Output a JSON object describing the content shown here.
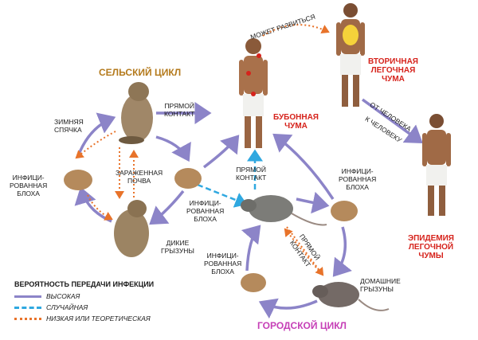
{
  "titles": {
    "rural_cycle": "СЕЛЬСКИЙ ЦИКЛ",
    "urban_cycle": "ГОРОДСКОЙ ЦИКЛ"
  },
  "labels": {
    "may_develop": "МОЖЕТ РАЗВИТЬСЯ",
    "direct_contact_top": "ПРЯМОЙ\nКОНТАКТ",
    "bubonic_plague": "БУБОННАЯ\nЧУМА",
    "secondary_pneumonic": "ВТОРИЧНАЯ\nЛЕГОЧНАЯ\nЧУМА",
    "person_to_person_1": "ОТ ЧЕЛОВЕКА",
    "person_to_person_2": "К ЧЕЛОВЕКУ",
    "winter_hibernation": "ЗИМНЯЯ\nСПЯЧКА",
    "infected_soil": "ЗАРАЖЕННАЯ\nПОЧВА",
    "infected_flea_left": "ИНФИЦИ-\nРОВАННАЯ\nБЛОХА",
    "infected_flea_center": "ИНФИЦИ-\nРОВАННАЯ\nБЛОХА",
    "direct_contact_center": "ПРЯМОЙ\nКОНТАКТ",
    "infected_flea_right": "ИНФИЦИ-\nРОВАННАЯ\nБЛОХА",
    "wild_rodents": "ДИКИЕ\nГРЫЗУНЫ",
    "infected_flea_bottom": "ИНФИЦИ-\nРОВАННАЯ\nБЛОХА",
    "direct_contact_diag_1": "ПРЯМОЙ",
    "direct_contact_diag_2": "КОНТАКТ",
    "domestic_rodents": "ДОМАШНИЕ\nГРЫЗУНЫ",
    "pneumonic_epidemic": "ЭПИДЕМИЯ\nЛЕГОЧНОЙ\nЧУМЫ"
  },
  "legend": {
    "title": "ВЕРОЯТНОСТЬ ПЕРЕДАЧИ ИНФЕКЦИИ",
    "items": [
      {
        "label": "ВЫСОКАЯ",
        "color": "#8c84c8",
        "style": "solid"
      },
      {
        "label": "СЛУЧАЙНАЯ",
        "color": "#2fa8e0",
        "style": "dashed"
      },
      {
        "label": "НИЗКАЯ ИЛИ ТЕОРЕТИЧЕСКАЯ",
        "color": "#e8732a",
        "style": "dotted"
      }
    ]
  },
  "colors": {
    "high_arrow": "#8c84c8",
    "random_arrow": "#2fa8e0",
    "low_arrow": "#e8732a",
    "red_text": "#d6231c",
    "rural_title": "#b47a1c",
    "urban_title": "#c63fb7"
  }
}
